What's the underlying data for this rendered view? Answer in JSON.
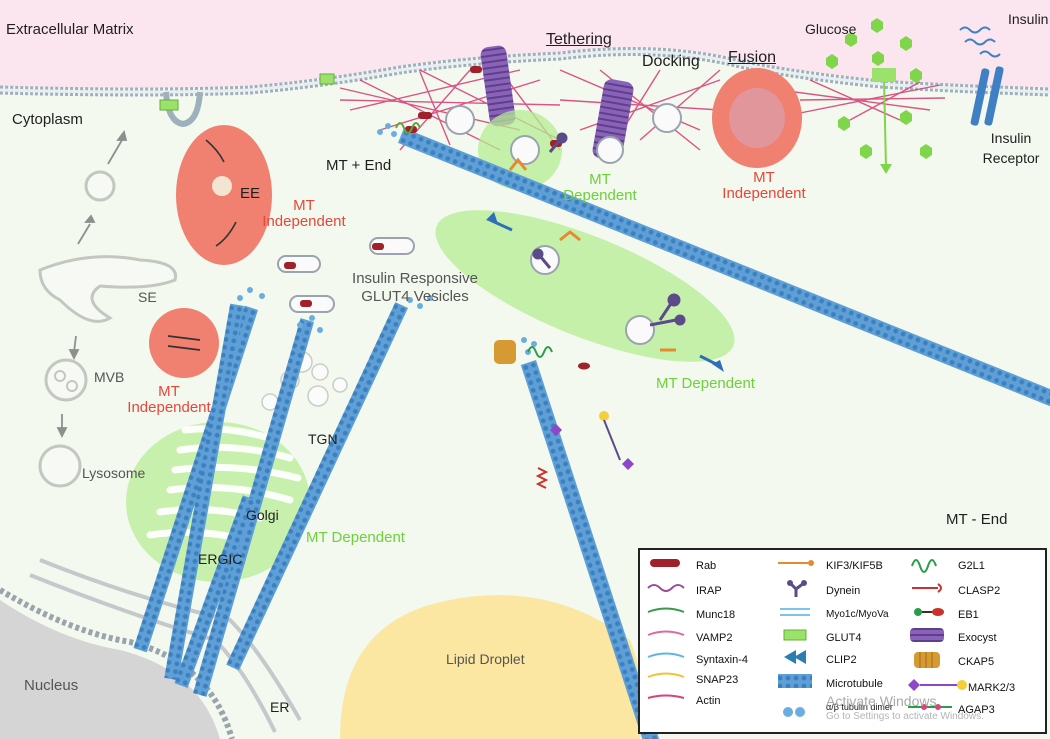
{
  "labels": {
    "extracellular_matrix": "Extracellular Matrix",
    "cytoplasm": "Cytoplasm",
    "tethering": "Tethering",
    "docking": "Docking",
    "fusion": "Fusion",
    "glucose": "Glucose",
    "insulin": "Insulin",
    "insulin_receptor": "Insulin Receptor",
    "mt_plus_end": "MT + End",
    "mt_minus_end": "MT - End",
    "ee": "EE",
    "se": "SE",
    "mvb": "MVB",
    "lysosome": "Lysosome",
    "tgn": "TGN",
    "golgi": "Golgi",
    "ergic": "ERGIC",
    "nucleus": "Nucleus",
    "er": "ER",
    "lipid_droplet": "Lipid Droplet",
    "vesicles": "Insulin Responsive GLUT4 Vesicles"
  },
  "regulation": {
    "mt": "MT",
    "independent": "Independent",
    "dependent": "Dependent",
    "mt_dependent": "MT Dependent"
  },
  "legend": {
    "col1": [
      {
        "label": "Rab",
        "icon": "rab-icon"
      },
      {
        "label": "IRAP",
        "icon": "irap-icon"
      },
      {
        "label": "Munc18",
        "icon": "munc18-icon"
      },
      {
        "label": "VAMP2",
        "icon": "vamp2-icon"
      },
      {
        "label": "Syntaxin-4",
        "icon": "syntaxin4-icon"
      },
      {
        "label": "SNAP23",
        "icon": "snap23-icon"
      },
      {
        "label": "Actin",
        "icon": "actin-icon"
      }
    ],
    "col2": [
      {
        "label": "KIF3/KIF5B",
        "icon": "kinesin-icon"
      },
      {
        "label": "Dynein",
        "icon": "dynein-icon"
      },
      {
        "label": "Myo1c/MyoVa",
        "icon": "myosin-icon"
      },
      {
        "label": "GLUT4",
        "icon": "glut4-icon"
      },
      {
        "label": "CLIP2",
        "icon": "clip2-icon"
      },
      {
        "label": "Microtubule",
        "icon": "microtubule-icon"
      },
      {
        "label": "α/β tubulin dimer",
        "icon": "tubulin-dimer-icon"
      }
    ],
    "col3": [
      {
        "label": "G2L1",
        "icon": "g2l1-icon"
      },
      {
        "label": "CLASP2",
        "icon": "clasp2-icon"
      },
      {
        "label": "EB1",
        "icon": "eb1-icon"
      },
      {
        "label": "Exocyst",
        "icon": "exocyst-icon"
      },
      {
        "label": "CKAP5",
        "icon": "ckap5-icon"
      },
      {
        "label": "MARK2/3",
        "icon": "mark23-icon"
      },
      {
        "label": "AGAP3",
        "icon": "agap3-icon"
      }
    ]
  },
  "watermark": {
    "line1": "Activate Windows",
    "line2": "Go to Settings to activate Windows."
  },
  "colors": {
    "ecm": "#fbe6ef",
    "cytoplasm": "#f3f9ee",
    "microtubule": "#5a9fd4",
    "independent_red": "#e8463a",
    "dependent_green": "#6cd13a",
    "lipid": "#fbe7a1",
    "actin": "#d8437a"
  }
}
